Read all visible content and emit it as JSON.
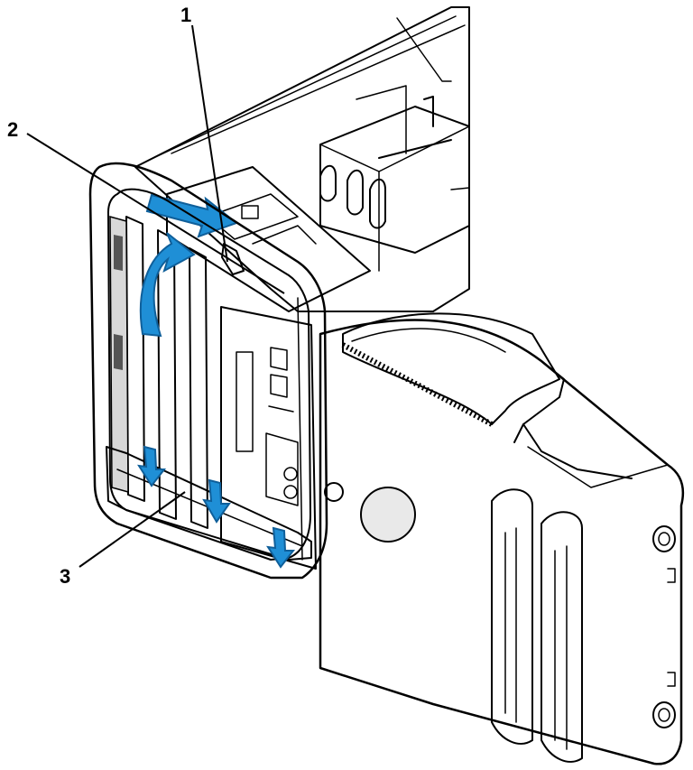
{
  "callouts": [
    {
      "number": "1"
    },
    {
      "number": "2"
    },
    {
      "number": "3"
    }
  ],
  "colors": {
    "arrow": "#1f8fd6",
    "arrow_dark": "#0f5f9a",
    "panel": "#f3f3f3",
    "shade": "#cfcfcf",
    "line": "#000000"
  },
  "icons": [
    "slide-arrow-icon",
    "curved-rotate-arrow-icon",
    "down-arrow-icon"
  ]
}
